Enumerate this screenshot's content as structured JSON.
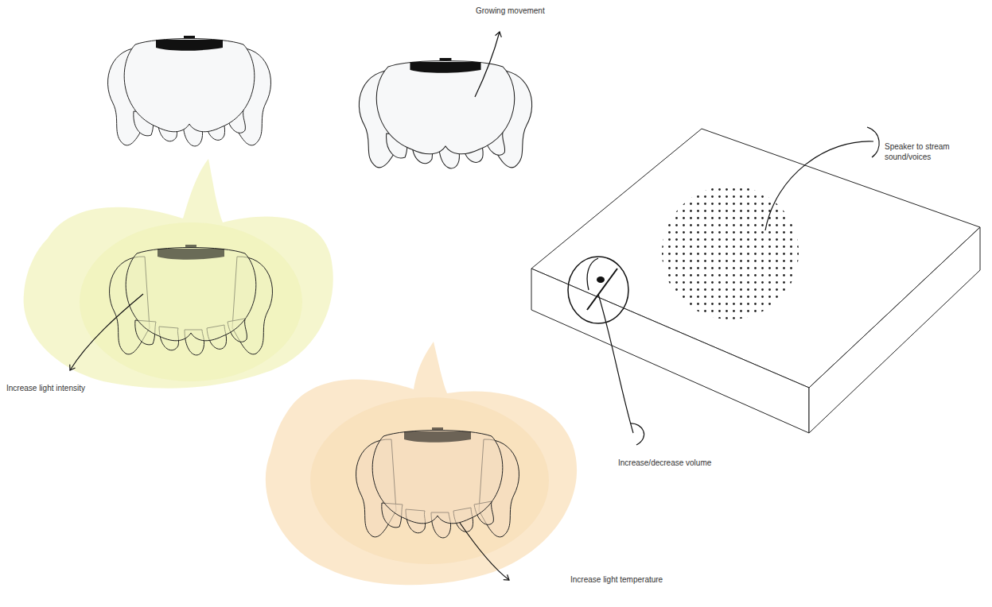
{
  "diagram": {
    "labels": [
      "Growing movement",
      "Speaker to stream sound/voices",
      "Increase light intensity",
      "Increase/decrease volume",
      "Increase light temperature"
    ]
  }
}
